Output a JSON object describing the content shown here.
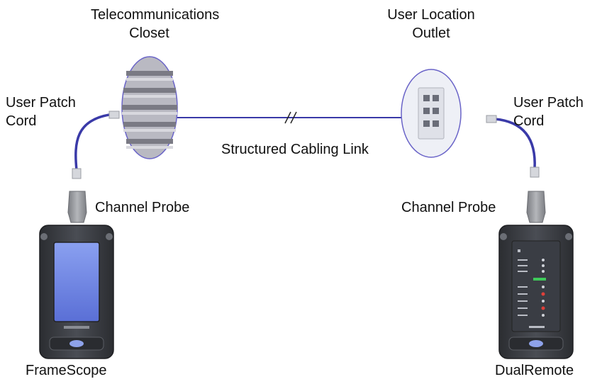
{
  "labels": {
    "closet_line1": "Telecommunications",
    "closet_line2": "Closet",
    "outlet_line1": "User Location",
    "outlet_line2": "Outlet",
    "left_patch_line1": "User Patch",
    "left_patch_line2": "Cord",
    "right_patch_line1": "User Patch",
    "right_patch_line2": "Cord",
    "link": "Structured Cabling Link",
    "left_probe": "Channel Probe",
    "right_probe": "Channel Probe",
    "left_device": "FrameScope",
    "right_device": "DualRemote"
  },
  "colors": {
    "cable": "#3a3aa8",
    "ellipse_border": "#6a64c8",
    "closet_fill": "#b9b9c2",
    "outlet_fill": "#eef0f6",
    "device_body": "#3c3f45",
    "screen": "#6f86e6",
    "probe": "#8d8f94"
  }
}
